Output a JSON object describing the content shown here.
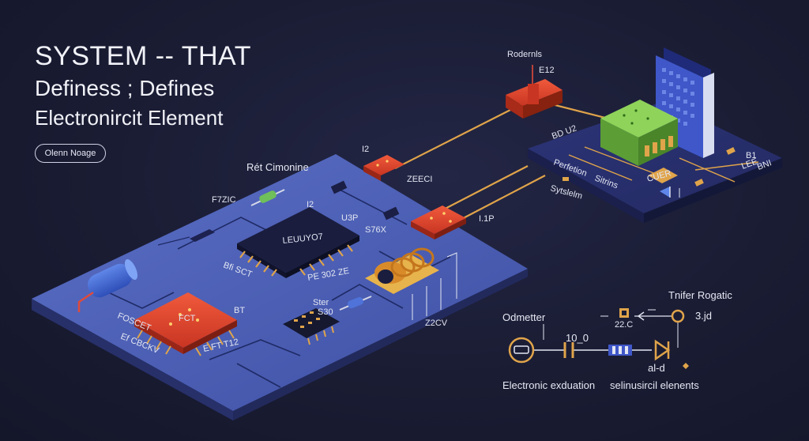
{
  "title": {
    "line1": "SYSTEM -- THAT",
    "line2": "Definess ; Defines",
    "line3": "Electronircit Element"
  },
  "button": {
    "label": "Olenn Noage"
  },
  "labels": {
    "rodernls": "Rodernls",
    "e12": "E12",
    "i2": "I2",
    "zeci": "ZEECI",
    "ret_cimonine": "Rét Cimonine",
    "f7zic": "F7ZIC",
    "i2_small": "I2",
    "u3p": "U3P",
    "s76x": "S76X",
    "i1p": "I.1P",
    "chip_main": "LEUUYO7",
    "pins_left": "Bfi SCT",
    "pins_right": "PE 302 ZE",
    "pin_tag": "BT",
    "red_left": "FOSCET",
    "red_bottom": "Ef CBCKV",
    "red_right": "E FT T12",
    "red_mid": "FCT",
    "ster": "Ster",
    "ster_sub": "S30",
    "z2cv": "Z2CV",
    "b1b2": "BD U2",
    "perfetion": "Perfetion",
    "sitrins": "Sitrins",
    "cuer": "CUER",
    "b1": "B1",
    "lee": "LEE",
    "bni": "BNI",
    "system": "Sytslelm",
    "odmetter": "Odmetter",
    "value": "10_0",
    "tnifer": "Tnifer Rogatic",
    "r22c": "22.C",
    "three_jd": "3.jd",
    "ald": "al-d",
    "caption_left": "Electronic exduation",
    "caption_right": "selinusircil elenents"
  },
  "colors": {
    "background": "#1b1d35",
    "board": "#4a5cb0",
    "board_side": "#2f3a7a",
    "trace": "#e0a44a",
    "chip_red": "#e0452f",
    "chip_green": "#7cbf4a",
    "panel_blue": "#3f57c8"
  }
}
